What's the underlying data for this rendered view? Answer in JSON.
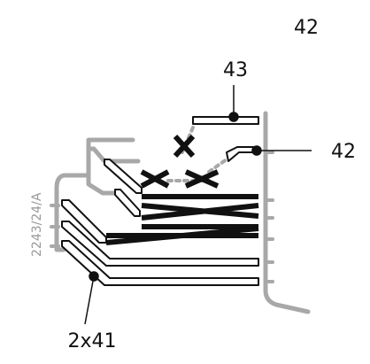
{
  "figure": {
    "page_number": "42",
    "reference_code": "2243/24/A",
    "labels": {
      "top_strap": "43",
      "side_hook": "42",
      "bottom_straps": "2x41"
    },
    "colors": {
      "dark": "#111111",
      "grey": "#a8a8a8",
      "background": "#ffffff"
    }
  }
}
